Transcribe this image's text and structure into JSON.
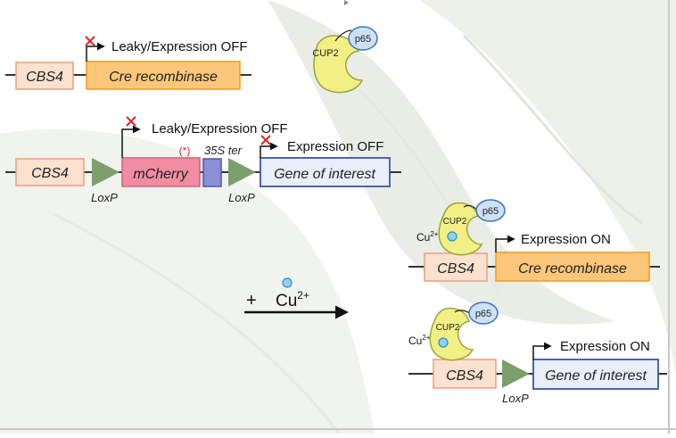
{
  "colors": {
    "cbs4_fill": "#fbe1cf",
    "cbs4_stroke": "#e8a07e",
    "cre_fill": "#fcc77a",
    "cre_stroke": "#f29a1a",
    "mcherry_fill": "#f08da0",
    "mcherry_stroke": "#d9607a",
    "ter_fill": "#8b8fd6",
    "goi_fill": "#e9eefb",
    "goi_stroke": "#3556a8",
    "loxp_fill": "#7d9e6d",
    "cup2_fill": "#f2ef86",
    "cup2_stroke": "#9aa636",
    "p65_fill": "#cde0f6",
    "p65_stroke": "#3f73c4",
    "cu_fill": "#8fd0f2",
    "cross": "#e0252b"
  },
  "construct1": {
    "promoter": "CBS4",
    "gene": "Cre recombinase",
    "status": "Leaky/Expression OFF"
  },
  "construct2": {
    "promoter": "CBS4",
    "loxp_left": "LoxP",
    "reporter": "mCherry",
    "stop_mark": "(*)",
    "terminator": "35S ter",
    "loxp_right": "LoxP",
    "gene": "Gene of interest",
    "status_leaky": "Leaky/Expression OFF",
    "status_off": "Expression OFF"
  },
  "activator": {
    "cup2": "CUP2",
    "p65": "p65",
    "copper_ion": "Cu",
    "copper_charge": "2+"
  },
  "treatment": {
    "plus": "+",
    "ion": "Cu",
    "charge": "2+"
  },
  "result1": {
    "promoter": "CBS4",
    "gene": "Cre recombinase",
    "status": "Expression ON"
  },
  "result2": {
    "promoter": "CBS4",
    "loxp": "LoxP",
    "gene": "Gene of interest",
    "status": "Expression ON"
  }
}
